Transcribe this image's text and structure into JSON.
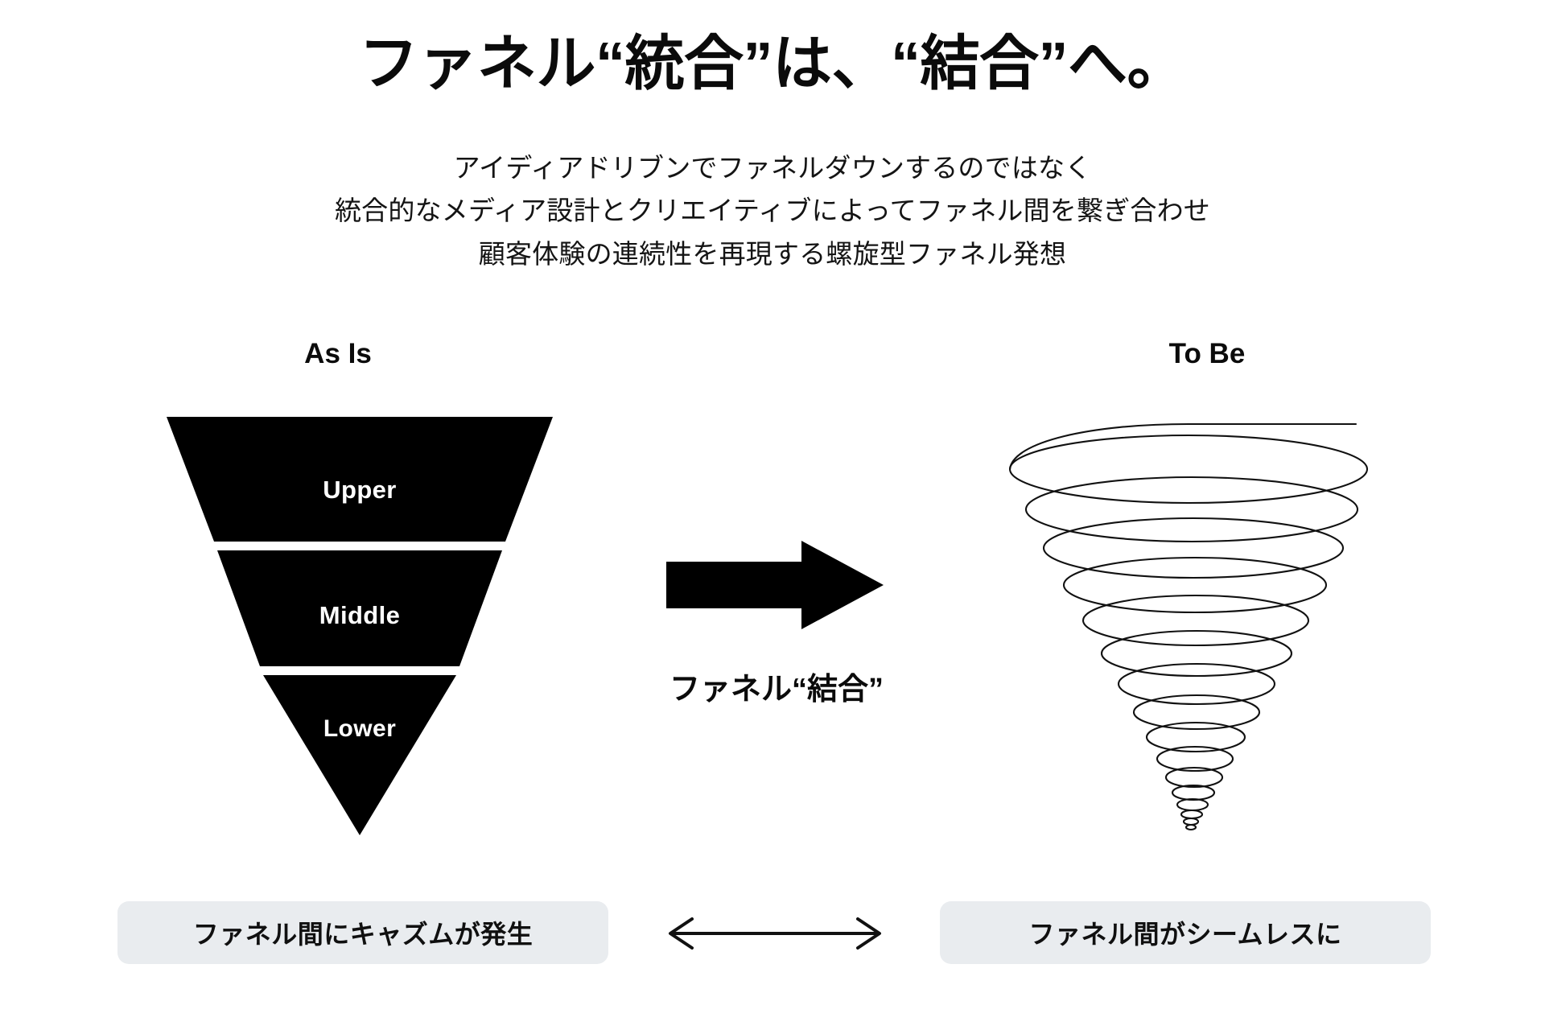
{
  "header": {
    "title": "ファネル“統合”は、“結合”へ。",
    "subtitle_lines": [
      "アイディアドリブンでファネルダウンするのではなく",
      "統合的なメディア設計とクリエイティブによってファネル間を繋ぎ合わせ",
      "顧客体験の連続性を再現する螺旋型ファネル発想"
    ]
  },
  "columns": {
    "as_is_label": "As Is",
    "to_be_label": "To Be"
  },
  "funnel": {
    "stages": [
      {
        "label": "Upper"
      },
      {
        "label": "Middle"
      },
      {
        "label": "Lower"
      }
    ]
  },
  "center": {
    "arrow_label": "ファネル“結合”",
    "arrow_icon": "right-arrow-icon"
  },
  "spiral": {
    "icon": "spiral-funnel-icon"
  },
  "footer": {
    "left_pill": "ファネル間にキャズムが発生",
    "right_pill": "ファネル間がシームレスに",
    "connector_icon": "double-headed-arrow-icon"
  },
  "colors": {
    "background": "#ffffff",
    "ink": "#0b0b0b",
    "funnel_fill": "#000000",
    "funnel_text": "#ffffff",
    "pill_bg": "#e9ecef",
    "pill_text": "#101010",
    "spiral_stroke": "#111111"
  }
}
